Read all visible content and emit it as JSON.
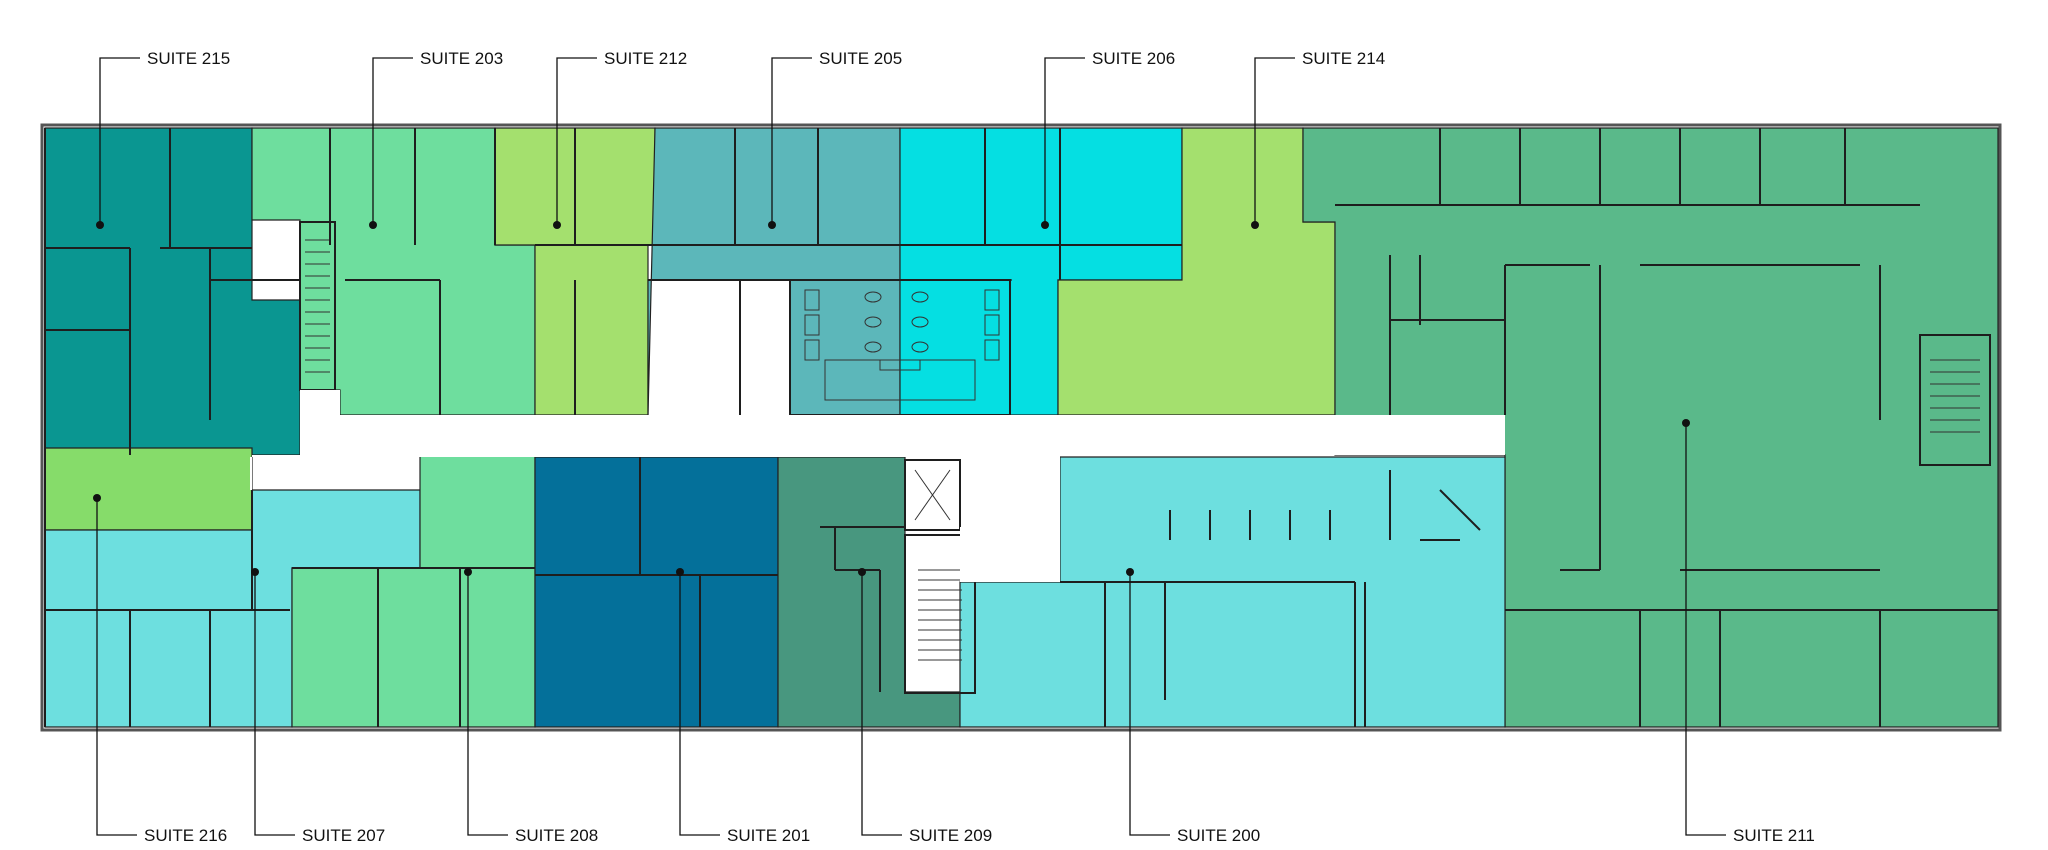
{
  "plan": {
    "colors": {
      "common": "#ffffff",
      "wall": "#1e1e1e"
    },
    "suites": [
      {
        "id": "215",
        "label": "SUITE 215",
        "color": "#0a9691"
      },
      {
        "id": "203",
        "label": "SUITE 203",
        "color": "#6ede9e"
      },
      {
        "id": "212",
        "label": "SUITE 212",
        "color": "#a4e06e"
      },
      {
        "id": "205",
        "label": "SUITE 205",
        "color": "#5cb7ba"
      },
      {
        "id": "206",
        "label": "SUITE 206",
        "color": "#05dfe2"
      },
      {
        "id": "214",
        "label": "SUITE 214",
        "color": "#a4e06e"
      },
      {
        "id": "216",
        "label": "SUITE 216",
        "color": "#86dc6a"
      },
      {
        "id": "207",
        "label": "SUITE 207",
        "color": "#6ddfdf"
      },
      {
        "id": "208",
        "label": "SUITE 208",
        "color": "#6ede9e"
      },
      {
        "id": "201",
        "label": "SUITE 201",
        "color": "#04709a"
      },
      {
        "id": "209",
        "label": "SUITE 209",
        "color": "#48977f"
      },
      {
        "id": "200",
        "label": "SUITE 200",
        "color": "#6ddfdf"
      },
      {
        "id": "211",
        "label": "SUITE 211",
        "color": "#5ab98a"
      }
    ]
  }
}
